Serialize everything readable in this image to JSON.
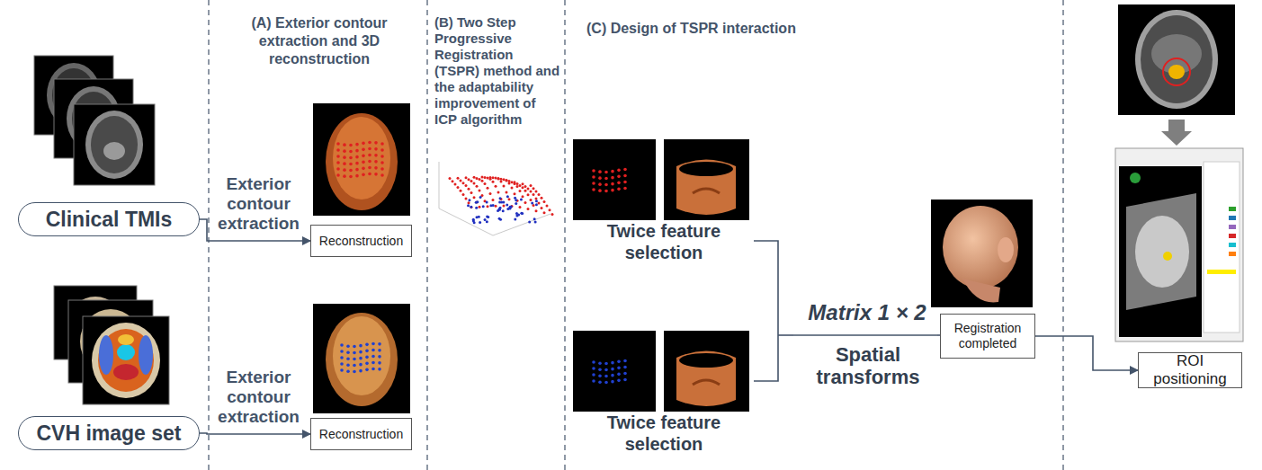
{
  "diagram": {
    "nodes": [
      {
        "text": [
          "Clinical TMIs"
        ]
      },
      {
        "text": [
          "CVH image set"
        ]
      },
      {
        "text": [
          "Reconstruction"
        ]
      },
      {
        "text": [
          "Reconstruction"
        ]
      },
      {
        "text": [
          "Registration completed"
        ]
      },
      {
        "text": [
          "ROI positioning"
        ]
      }
    ],
    "edges": [
      {
        "from": 0,
        "to": 2,
        "label": "Exterior contour extraction",
        "arrow": "to"
      },
      {
        "from": 1,
        "to": 3,
        "label": "Exterior contour extraction",
        "arrow": "to"
      },
      {
        "from": 4,
        "to": 5,
        "arrow": "to"
      }
    ],
    "labels": [
      "(A) Exterior contour extraction and 3D reconstruction",
      "(B) Two Step Progressive Registration (TSPR) method and the adaptability improvement of ICP algorithm",
      "(C) Design of TSPR interaction",
      "Twice feature selection",
      "Twice feature selection",
      "Matrix 1 × 2",
      "Spatial transforms"
    ]
  }
}
